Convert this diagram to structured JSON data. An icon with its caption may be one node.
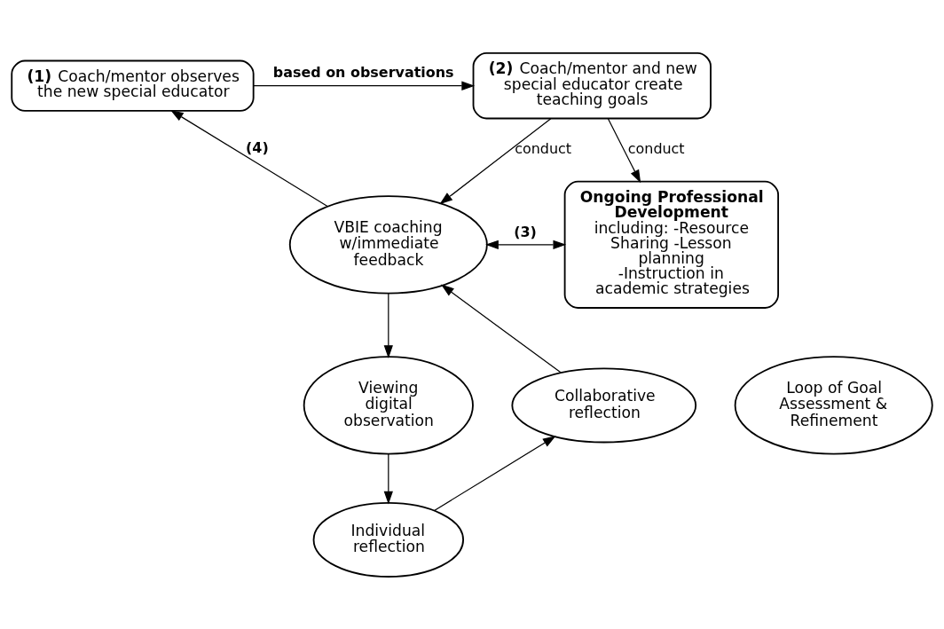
{
  "diagram": {
    "nodes": [
      {
        "text": [
          "**(1)** Coach/mentor observes the new special educator"
        ]
      },
      {
        "text": [
          "**(2)** Coach/mentor and new special educator create teaching goals"
        ]
      },
      {
        "text": [
          "VBIE coaching w/immediate feedback"
        ]
      },
      {
        "text": [
          "Ongoing Professional Development",
          "including: -Resource Sharing -Lesson planning -Instruction in academic strategies"
        ]
      },
      {
        "text": [
          "Collaborative reflection"
        ]
      },
      {
        "text": [
          "Loop of Goal Assessment & Refinement"
        ]
      },
      {
        "text": [
          "Viewing digital observation"
        ]
      },
      {
        "text": [
          "Individual reflection"
        ]
      }
    ],
    "edges": [
      {
        "from": 0,
        "to": 1,
        "arrow": "to",
        "label": "based on observations"
      },
      {
        "from": 1,
        "to": 2,
        "arrow": "to",
        "label": "conduct"
      },
      {
        "from": 1,
        "to": 3,
        "arrow": "to",
        "label": "conduct"
      },
      {
        "from": 2,
        "to": 0,
        "arrow": "to",
        "label": "(4)"
      },
      {
        "from": 2,
        "to": 3,
        "arrow": "both",
        "label": "(3)"
      },
      {
        "from": 2,
        "to": 6,
        "arrow": "to"
      },
      {
        "from": 6,
        "to": 7,
        "arrow": "to"
      },
      {
        "from": 7,
        "to": 4,
        "arrow": "to"
      },
      {
        "from": 4,
        "to": 2,
        "arrow": "to"
      }
    ]
  }
}
